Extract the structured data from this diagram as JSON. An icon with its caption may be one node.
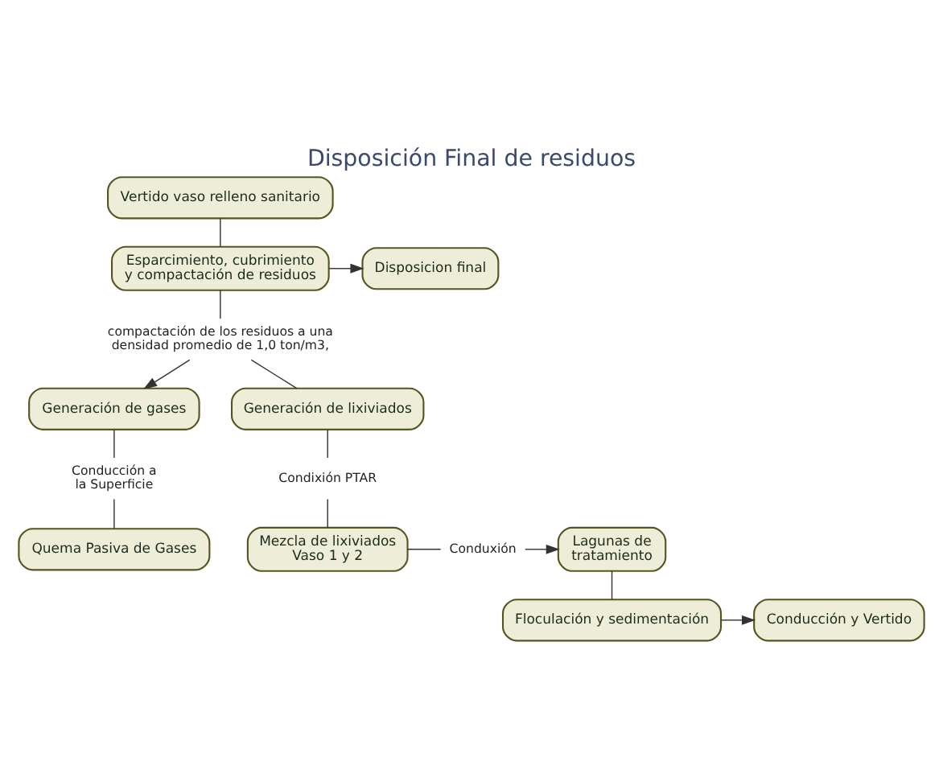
{
  "diagram": {
    "title": "Disposición Final de residuos",
    "nodes": [
      {
        "text": [
          "Vertido vaso relleno sanitario"
        ]
      },
      {
        "text": [
          "Esparcimiento, cubrimiento y compactación de residuos"
        ]
      },
      {
        "text": [
          "Disposicion final"
        ]
      },
      {
        "text": [
          "compactación de los residuos a una densidad promedio de 1,0 ton/m3,"
        ]
      },
      {
        "text": [
          "Generación de gases"
        ]
      },
      {
        "text": [
          "Generación de lixiviados"
        ]
      },
      {
        "text": [
          "Conducción a la Superficie"
        ]
      },
      {
        "text": [
          "Condixión PTAR"
        ]
      },
      {
        "text": [
          "Quema Pasiva de Gases"
        ]
      },
      {
        "text": [
          "Mezcla de lixiviados Vaso 1 y 2"
        ]
      },
      {
        "text": [
          "Conduxión"
        ]
      },
      {
        "text": [
          "Lagunas de tratamiento"
        ]
      },
      {
        "text": [
          "Conducción y Vertido"
        ]
      },
      {
        "text": [
          "Floculación y sedimentación"
        ]
      }
    ],
    "edges": [
      {
        "from": 0,
        "to": 1,
        "arrow": "none"
      },
      {
        "from": 1,
        "to": 2,
        "arrow": "to"
      },
      {
        "from": 1,
        "to": 3,
        "arrow": "none"
      },
      {
        "from": 3,
        "to": 4,
        "arrow": "to"
      },
      {
        "from": 3,
        "to": 5,
        "arrow": "none"
      },
      {
        "from": 4,
        "to": 6,
        "arrow": "none"
      },
      {
        "from": 6,
        "to": 8,
        "arrow": "none"
      },
      {
        "from": 5,
        "to": 7,
        "arrow": "none"
      },
      {
        "from": 7,
        "to": 9,
        "arrow": "none"
      },
      {
        "from": 9,
        "to": 10,
        "arrow": "none"
      },
      {
        "from": 10,
        "to": 11,
        "arrow": "to"
      },
      {
        "from": 11,
        "to": 13,
        "arrow": "none"
      },
      {
        "from": 13,
        "to": 12,
        "arrow": "to"
      }
    ]
  }
}
